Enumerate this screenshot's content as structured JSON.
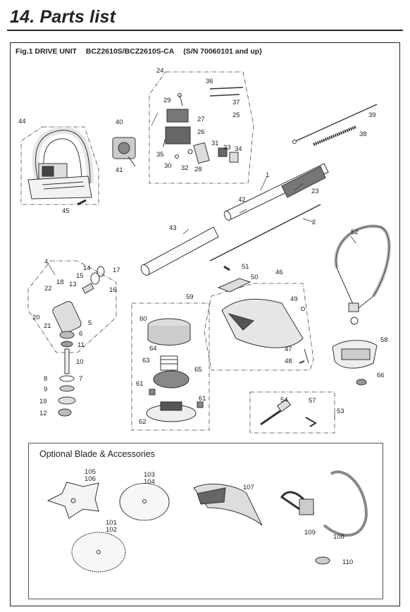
{
  "header": {
    "title": "14. Parts list"
  },
  "figure": {
    "label": "Fig.1 DRIVE UNIT",
    "models": "BCZ2610S/BCZ2610S-CA",
    "serial": "(S/N 70060101 and up)"
  },
  "optional": {
    "title": "Optional Blade & Accessories"
  },
  "callouts": {
    "c1": "1",
    "c2": "2",
    "c4": "4",
    "c5": "5",
    "c6": "6",
    "c7": "7",
    "c8": "8",
    "c9": "9",
    "c10": "10",
    "c11": "11",
    "c12": "12",
    "c13": "13",
    "c14": "14",
    "c15": "15",
    "c16": "16",
    "c17": "17",
    "c18": "18",
    "c19": "19",
    "c20": "20",
    "c21": "21",
    "c22": "22",
    "c23": "23",
    "c24": "24",
    "c25": "25",
    "c26": "26",
    "c27": "27",
    "c28": "28",
    "c29": "29",
    "c30": "30",
    "c31": "31",
    "c32": "32",
    "c33": "33",
    "c34": "34",
    "c35": "35",
    "c36": "36",
    "c37": "37",
    "c38": "38",
    "c39": "39",
    "c40": "40",
    "c41": "41",
    "c42": "42",
    "c43": "43",
    "c44": "44",
    "c45": "45",
    "c46": "46",
    "c47": "47",
    "c48": "48",
    "c49": "49",
    "c50": "50",
    "c51": "51",
    "c52": "52",
    "c53": "53",
    "c54": "54",
    "c57": "57",
    "c58": "58",
    "c59": "59",
    "c60": "60",
    "c61a": "61",
    "c61b": "61",
    "c62": "62",
    "c63": "63",
    "c64": "64",
    "c65": "65",
    "c66": "66",
    "c101": "101",
    "c102": "102",
    "c103": "103",
    "c104": "104",
    "c105": "105",
    "c106": "106",
    "c107": "107",
    "c108": "108",
    "c109": "109",
    "c110": "110"
  }
}
